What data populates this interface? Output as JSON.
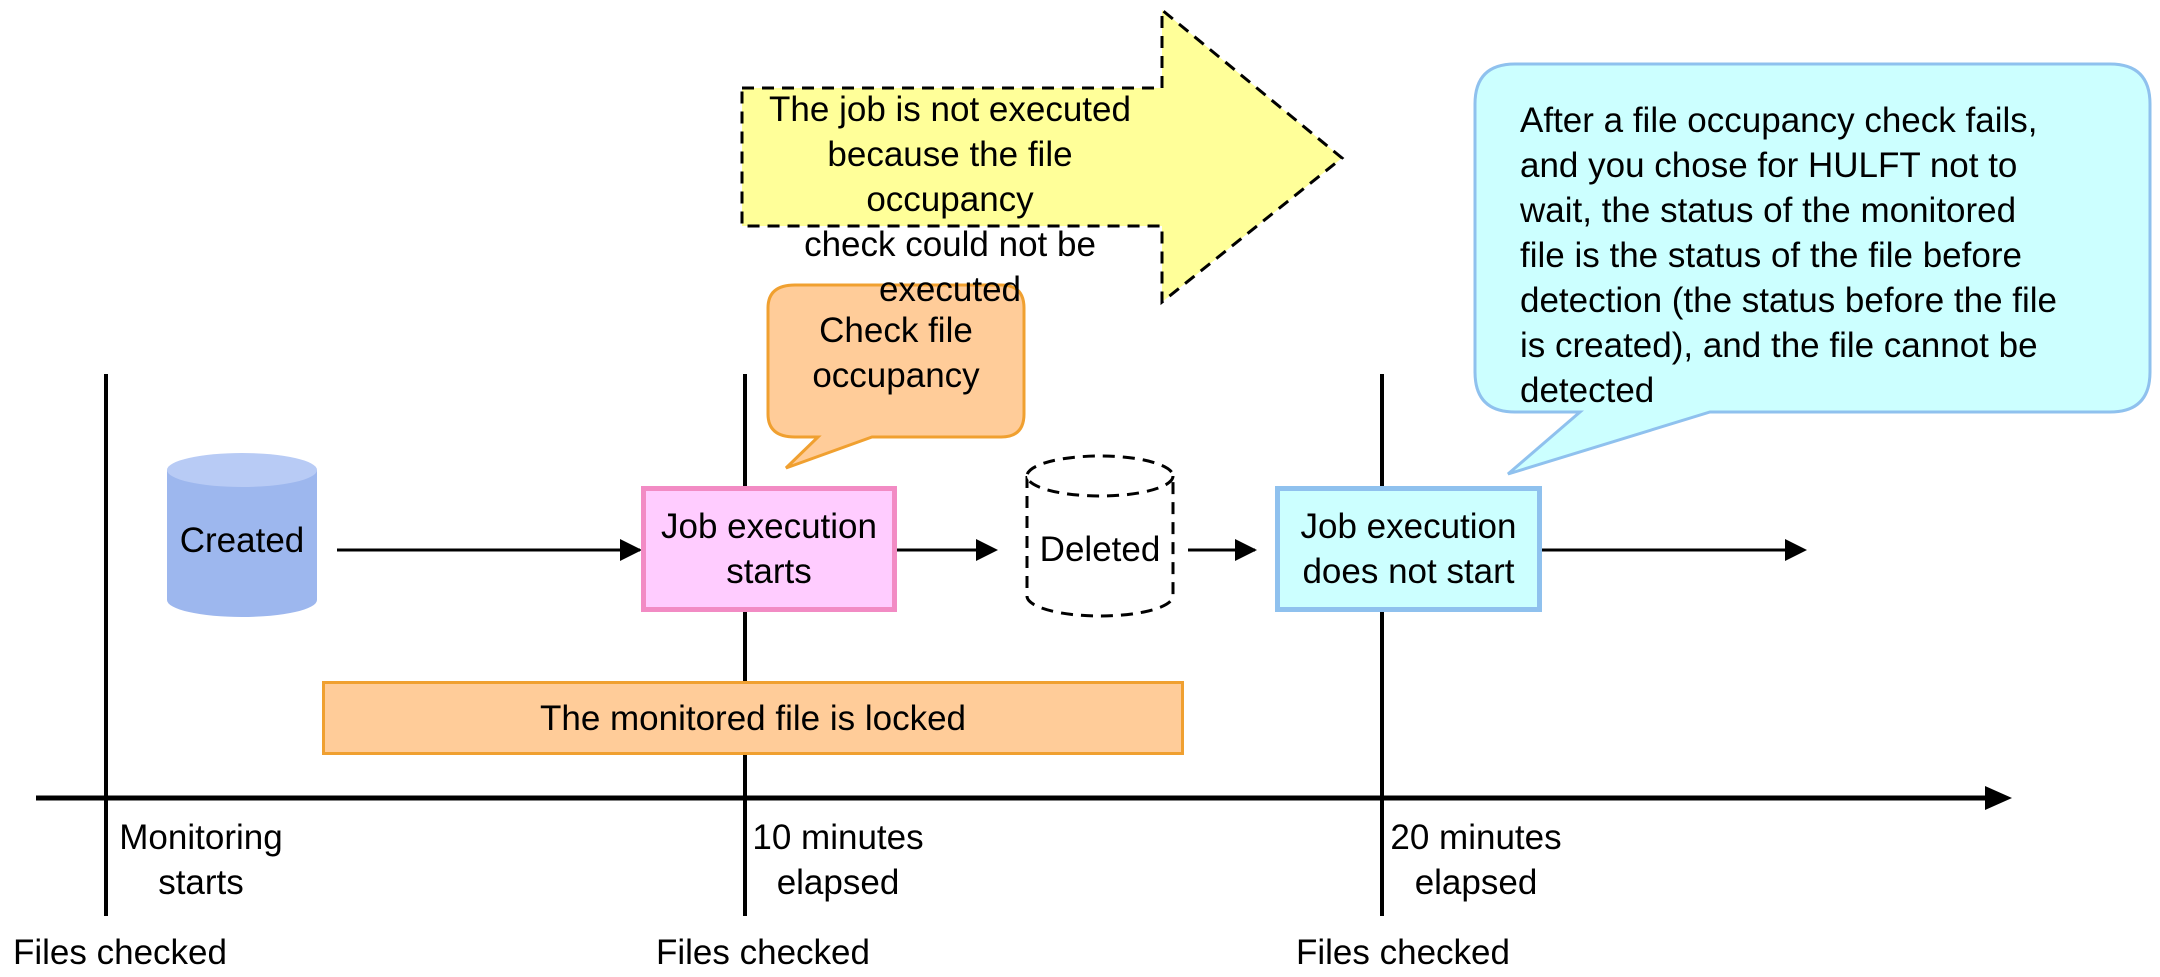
{
  "colors": {
    "timeline": "#000000",
    "cylinder_fill": "#9DB7EE",
    "cylinder_top": "#B8CBF5",
    "pink_fill": "#FFCCFF",
    "pink_border": "#F28BC4",
    "cyan_fill": "#CCFFFF",
    "cyan_border": "#8FC1EE",
    "orange_fill": "#FFCC99",
    "orange_border": "#F0A030",
    "yellow_fill": "#FFFF99",
    "callout_cyan_fill": "#CCFFFF",
    "callout_cyan_border": "#8FC1EE"
  },
  "timeline": {
    "markers": [
      {
        "label": "Monitoring\nstarts",
        "check_label": "Files checked"
      },
      {
        "label": "10 minutes\nelapsed",
        "check_label": "Files checked"
      },
      {
        "label": "20 minutes\nelapsed",
        "check_label": "Files checked"
      }
    ]
  },
  "nodes": {
    "created": "Created",
    "job_starts": "Job execution\nstarts",
    "deleted": "Deleted",
    "job_not_start": "Job execution\ndoes not start"
  },
  "locked_bar": "The monitored file is locked",
  "callouts": {
    "check_occupancy": "Check file\noccupancy",
    "not_executed": "The job is not executed\nbecause the file occupancy\ncheck could not be executed",
    "explanation": "After a file occupancy check fails,\nand you chose for HULFT not to\nwait, the status of the monitored\nfile is the status of the file before\ndetection (the status before the file\nis created), and the file cannot be\ndetected"
  },
  "icons": {
    "created_cylinder": "database-cylinder-icon",
    "deleted_cylinder": "dashed-database-cylinder-icon"
  }
}
